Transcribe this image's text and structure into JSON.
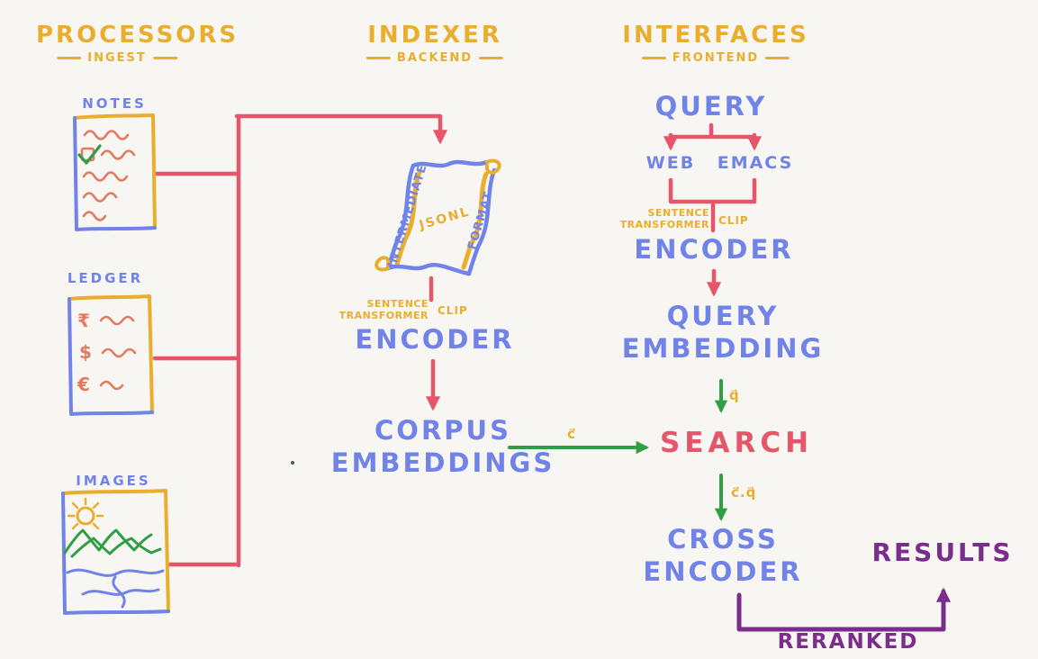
{
  "background": "#f7f6f2",
  "colors": {
    "yellow": "#e9ae2d",
    "blue": "#7183e8",
    "red": "#e5566a",
    "green": "#2f9e44",
    "purple": "#7b2d8b",
    "salmon": "#e37a60"
  },
  "headers": {
    "processors": {
      "title": "PROCESSORS",
      "subtitle": "INGEST"
    },
    "indexer": {
      "title": "INDEXER",
      "subtitle": "BACKEND"
    },
    "interfaces": {
      "title": "INTERFACES",
      "subtitle": "FRONTEND"
    }
  },
  "processors": {
    "notes_label": "NOTES",
    "ledger_label": "LEDGER",
    "images_label": "IMAGES",
    "ledger_symbols": [
      "₹",
      "$",
      "€"
    ]
  },
  "indexer": {
    "scroll_left_text": "INTERMEDIATE",
    "scroll_center_text": "JSONL",
    "scroll_right_text": "FORMAT",
    "model_line1": "SENTENCE",
    "model_line2": "TRANSFORMER",
    "model_alt": "CLIP",
    "encoder_label": "ENCODER",
    "corpus_line1": "CORPUS",
    "corpus_line2": "EMBEDDINGS",
    "corpus_vector_label": "c⃗"
  },
  "interfaces": {
    "query_label": "QUERY",
    "web_label": "WEB",
    "emacs_label": "EMACS",
    "model_line1": "SENTENCE",
    "model_line2": "TRANSFORMER",
    "model_alt": "CLIP",
    "encoder_label": "ENCODER",
    "query_embedding_line1": "QUERY",
    "query_embedding_line2": "EMBEDDING",
    "query_vector_label": "q⃗",
    "search_label": "SEARCH",
    "dot_product_label": "c⃗.q⃗",
    "cross_encoder_line1": "CROSS",
    "cross_encoder_line2": "ENCODER",
    "results_label": "RESULTS",
    "reranked_label": "RERANKED"
  }
}
